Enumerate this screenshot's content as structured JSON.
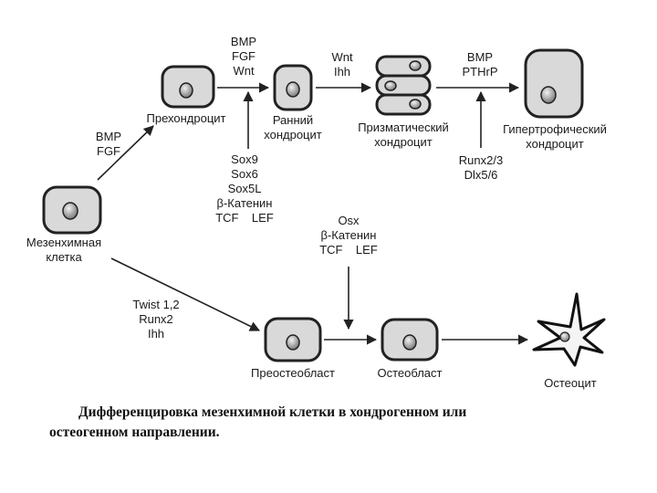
{
  "cells": {
    "mesenchymal": "Мезенхимная\nклетка",
    "prechondrocyte": "Прехондроцит",
    "early_chondrocyte": "Ранний\nхондроцит",
    "prismatic_chondrocyte": "Призматический\nхондроцит",
    "hypertrophic_chondrocyte": "Гипертрофический\nхондроцит",
    "preosteoblast": "Преостеобласт",
    "osteoblast": "Остеобласт",
    "osteocyte": "Остеоцит"
  },
  "factors": {
    "mes_to_prechondro": "BMP\nFGF",
    "prechondro_to_early": "BMP\nFGF\nWnt",
    "early_to_prismatic": "Wnt\nIhh",
    "prismatic_to_hypertrophic": "BMP\nPTHrP",
    "sox_group": "Sox9\nSox6\nSox5L\nβ-Катенин\nTCF    LEF",
    "runx_dlx": "Runx2/3\nDlx5/6",
    "osx_group": "Osx\nβ-Катенин\nTCF    LEF",
    "mes_to_preosteo": "Twist 1,2\nRunx2\nIhh"
  },
  "caption": {
    "line1": "Дифференцировка мезенхимной клетки в хондрогенном или",
    "line2": "остеогенном направлении."
  }
}
